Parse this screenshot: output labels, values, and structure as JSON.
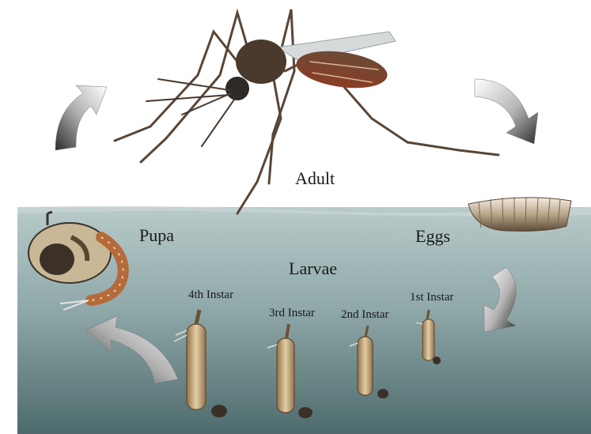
{
  "labels": {
    "adult": "Adult",
    "pupa": "Pupa",
    "eggs": "Eggs",
    "larvae": "Larvae",
    "instar4": "4th Instar",
    "instar3": "3rd Instar",
    "instar2": "2nd Instar",
    "instar1": "1st Instar"
  },
  "colors": {
    "water_top": "#b4c6c6",
    "water_bottom": "#4e6a6c",
    "arrow_light": "#f2f2f2",
    "arrow_dark": "#3a3a3a",
    "mosquito_body": "#4a3528",
    "larva_body": "#c9ad7f"
  }
}
